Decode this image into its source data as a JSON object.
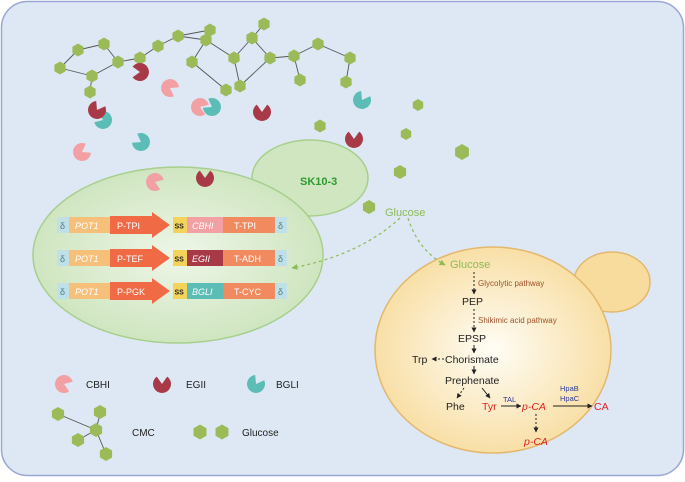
{
  "strain_label": "SK10-3",
  "glucose_label": "Glucose",
  "constructs": [
    {
      "delta_left": "δ",
      "marker": "POT1",
      "promoter": "P-TPI",
      "ss": "SS",
      "gene": "CBHI",
      "terminator": "T-TPI",
      "delta_right": "δ",
      "gene_color": "#f2a0a4"
    },
    {
      "delta_left": "δ",
      "marker": "POT1",
      "promoter": "P-TEF",
      "ss": "SS",
      "gene": "EGII",
      "terminator": "T-ADH",
      "delta_right": "δ",
      "gene_color": "#a83a48"
    },
    {
      "delta_left": "δ",
      "marker": "POT1",
      "promoter": "P-PGK",
      "ss": "SS",
      "gene": "BGLI",
      "terminator": "T-CYC",
      "delta_right": "δ",
      "gene_color": "#5cbdb6"
    }
  ],
  "pathway": {
    "glucose": "Glucose",
    "glycolytic": "Glycolytic pathway",
    "pep": "PEP",
    "shikimic": "Shikimic acid pathway",
    "epsp": "EPSP",
    "trp": "Trp",
    "chorismate": "Chorismate",
    "prephenate": "Prephenate",
    "phe": "Phe",
    "tyr": "Tyr",
    "tal": "TAL",
    "pca": "p-CA",
    "hpab": "HpaB",
    "hpac": "HpaC",
    "ca": "CA",
    "pca2": "p-CA"
  },
  "legend": {
    "cbhi": "CBHI",
    "egii": "EGII",
    "bgli": "BGLI",
    "cmc": "CMC",
    "glucose": "Glucose"
  },
  "colors": {
    "cbhi": "#f2a0a4",
    "egii": "#a83a48",
    "bgli": "#5cbdb6",
    "hexagon": "#9bbb59",
    "background": "#dde8f4",
    "cell": "#cfe6c0",
    "yeast": "#f8dc9e",
    "red_text": "#e02020",
    "pathway_text": "#a0522d",
    "strain_text": "#2e9a2e"
  }
}
